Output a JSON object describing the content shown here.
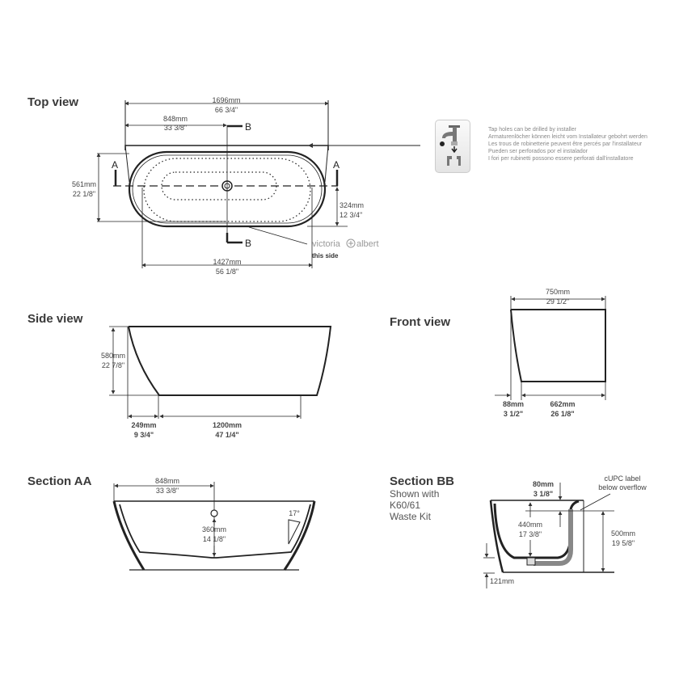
{
  "views": {
    "top": {
      "title": "Top view",
      "overall_length_mm": "1696mm",
      "overall_length_in": "66 3/4\"",
      "half_length_mm": "848mm",
      "half_length_in": "33 3/8\"",
      "width_mm": "561mm",
      "width_in": "22 1/8\"",
      "offset_mm": "324mm",
      "offset_in": "12 3/4\"",
      "base_length_mm": "1427mm",
      "base_length_in": "56 1/8\"",
      "section_a": "A",
      "section_b": "B",
      "brand": "victoria",
      "brand_suffix": "albert",
      "brand_note": "this side"
    },
    "tap_note": {
      "lines": [
        "Tap holes can be drilled by installer",
        "Armaturenlöcher können leicht vom Installateur gebohrt werden",
        "Les trous de robinetterie peuvent être percés par l'installateur",
        "Pueden ser perforados por el instalador",
        "I fori per rubinetti possono essere perforati dall'installatore"
      ]
    },
    "side": {
      "title": "Side view",
      "height_mm": "580mm",
      "height_in": "22 7/8\"",
      "overhang_mm": "249mm",
      "overhang_in": "9 3/4\"",
      "base_mm": "1200mm",
      "base_in": "47 1/4\""
    },
    "front": {
      "title": "Front view",
      "width_mm": "750mm",
      "width_in": "29 1/2\"",
      "overhang_mm": "88mm",
      "overhang_in": "3 1/2\"",
      "base_mm": "662mm",
      "base_in": "26 1/8\""
    },
    "section_aa": {
      "title": "Section AA",
      "half_mm": "848mm",
      "half_in": "33 3/8\"",
      "depth_mm": "360mm",
      "depth_in": "14 1/8\"",
      "angle": "17°"
    },
    "section_bb": {
      "title": "Section BB",
      "subtitle_lines": [
        "Shown with",
        "K60/61",
        "Waste Kit"
      ],
      "overflow_mm": "80mm",
      "overflow_in": "3 1/8\"",
      "inner_mm": "440mm",
      "inner_in": "17 3/8\"",
      "height_mm": "500mm",
      "height_in": "19 5/8\"",
      "floor_mm": "121mm",
      "label_line1": "cUPC label",
      "label_line2": "below overflow"
    }
  }
}
